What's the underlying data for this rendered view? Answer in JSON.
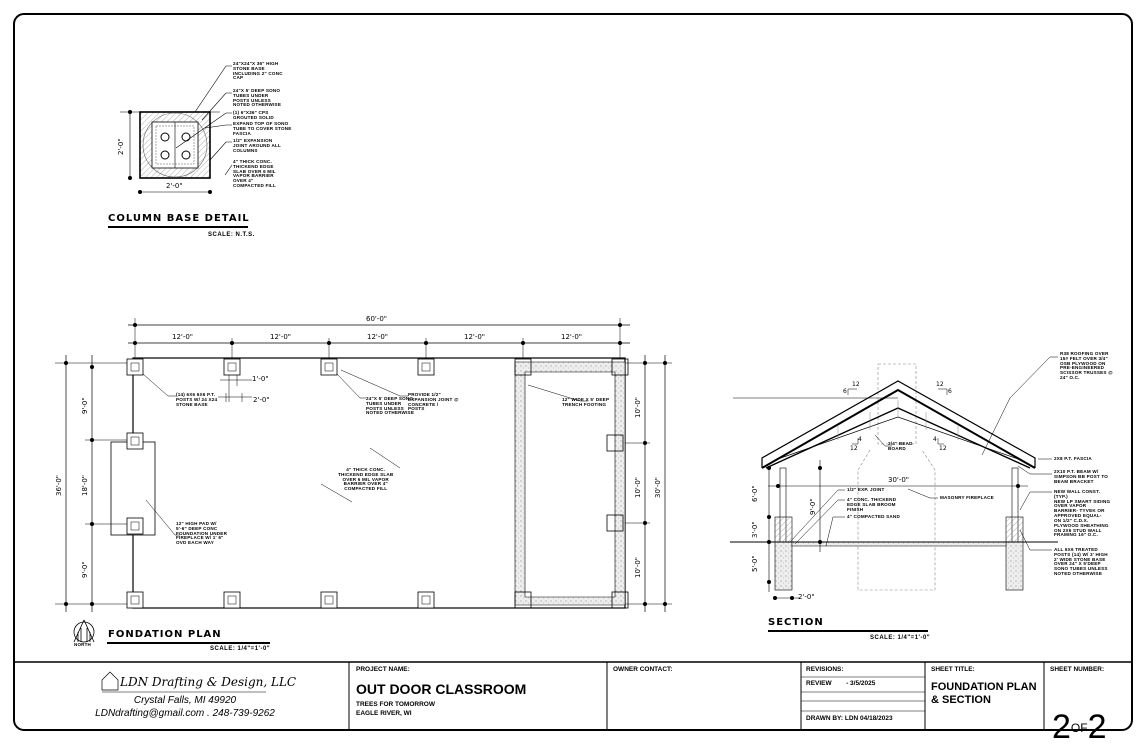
{
  "column_detail": {
    "title": "COLUMN BASE DETAIL",
    "scale": "SCALE: N.T.S.",
    "dim_width": "2'-0\"",
    "dim_height": "2'-0\"",
    "notes": [
      "24\"x24\"x 36\" HIGH\nSTONE BASE\nINCLUDING 2\" CONC\nCAP",
      "24\"x 5' DEEP SONO\nTUBES UNDER\nPOSTS UNLESS\nNOTED OTHERWISE",
      "(1) 6\"x36\" CPS\nGROUTED SOLID",
      "EXPAND TOP OF SONO\nTUBE TO COVER STONE\nFASCIA",
      "1/2\" EXPANSION\nJOINT AROUND ALL\nCOLUMNS",
      "4\" THICK CONC.\nTHICKEND EDGE\nSLAB OVER 6 MIL\nVAPOR BARRIER\nOVER 4\"\nCOMPACTED FILL"
    ]
  },
  "foundation_plan": {
    "title": "FONDATION PLAN",
    "scale": "SCALE: 1/4\"=1'-0\"",
    "north_label": "NORTH",
    "overall_width": "60'-0\"",
    "bay_dims": [
      "12'-0\"",
      "12'-0\"",
      "12'-0\"",
      "12'-0\"",
      "12'-0\""
    ],
    "left_overall": "36'-0\"",
    "left_dims": [
      "9'-0\"",
      "18'-0\"",
      "9'-0\""
    ],
    "right_overall": "30'-0\"",
    "right_dims": [
      "10'-0\"",
      "10'-0\"",
      "10'-0\""
    ],
    "post_dim_small": "1'-0\"",
    "post_dim_large": "2'-0\"",
    "notes": {
      "posts": "(14) 6x6 6X6 P.T.\nPOSTS W/ 24 X24\nSTONE BASE",
      "sono": "24\"x 5' DEEP SONO\nTUBES UNDER\nPOSTS UNLESS\nNOTED OTHERWISE",
      "expansion": "PROVIDE 1/2\"\nEXPANSION JOINT @\nCONCRETE / \nPOSTS",
      "trench": "12\" WIDE X 5' DEEP\nTRENCH FOOTING",
      "slab": "4\" THICK CONC.\nTHICKEND EDGE SLAB\nOVER 6 MIL VAPOR\nBARRIER OVER 4\"\nCOMPACTED FILL",
      "fireplace": "12\" HIGH PAD W/\n5'-6\" DEEP CONC\nFOUNDATION UNDER\nFIREPLACE W/ 1' 6\"\nOVD EACH WAY"
    }
  },
  "section": {
    "title": "SECTION",
    "scale": "SCALE: 1/4\"=1'-0\"",
    "span": "30'-0\"",
    "pitch_rise": "6",
    "pitch_run": "12",
    "ceiling_rise": "4",
    "dims_left": [
      "6'-0\"",
      "3'-0\"",
      "5'-0\""
    ],
    "dim_inner": "9'-0\"",
    "dim_footing": "2'-0\"",
    "notes": {
      "roofing": "R38 ROOFING OVER\n15# FELT OVER 3/4\"\nOSB PLYWOOD ON\nPRE-ENGINEERED\nSCISSOR TRUSSES @\n24\" O.C.",
      "bead": "3/4\" BEAD\nBOARD",
      "fascia": "2X8 P.T. FASCIA",
      "beam": "2X10 P.T. BEAM W/\nSIMPSON BB POST TO\nBEAM BRACKET",
      "wall": "NEW WALL CONST.\n(TYP.)\nNEW LP SMART SIDING\nOVER VAPOR\nBARRIER- TYVEK OR\nAPPROVED EQUAL-\nON 1/2\" C.D.X.\nPLYWOOD SHEATHING\nON 2x6 STUD WALL\nFRAMING 16\" O.C.",
      "posts": "ALL 6X6 TREATED\nPOSTS (14) W/ 3' HIGH\n2' WIDE STONE BASE\nOVER 24\" x 5'DEEP\nSONO TUBES UNLESS\nNOTED OTHERWISE",
      "exp_joint": "1/2\" EXP. JOINT",
      "slab": "4\" CONC. THICKEND\nEDGE SLAB BROOM\nFINISH",
      "sand": "4\" COMPACTED SAND",
      "fireplace": "MASONRY FIREPLACE"
    }
  },
  "title_block": {
    "company": "LDN Drafting & Design, LLC",
    "city": "Crystal Falls, MI 49920",
    "contact": "LDNdrafting@gmail.com  .  248-739-9262",
    "project_label": "PROJECT NAME:",
    "project_name": "OUT DOOR CLASSROOM",
    "client": "TREES FOR TOMORROW",
    "location": "EAGLE RIVER, WI",
    "owner_label": "OWNER CONTACT:",
    "revisions_label": "REVISIONS:",
    "revision_1": "REVIEW        - 3/5/2025",
    "drawn_by": "DRAWN BY: LDN 04/18/2023",
    "sheet_title_label": "SHEET TITLE:",
    "sheet_title": "FOUNDATION PLAN\n& SECTION",
    "sheet_number_label": "SHEET NUMBER:",
    "sheet_num": "2",
    "sheet_of": "OF",
    "sheet_total": "2"
  }
}
